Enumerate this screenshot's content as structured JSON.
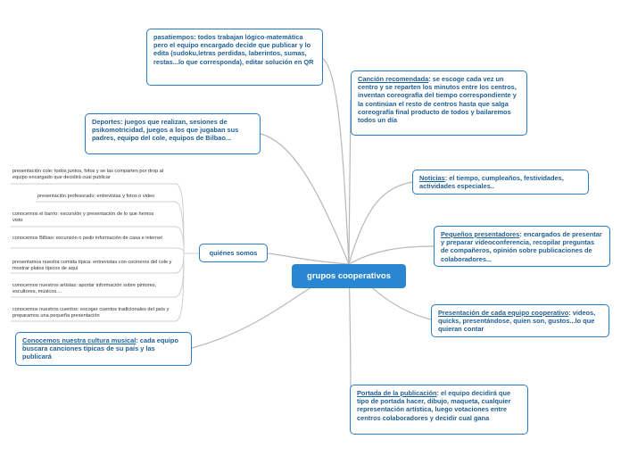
{
  "center": {
    "label": "grupos cooperativos"
  },
  "nodes": {
    "pasatiempos": {
      "title": "pasatiempos:",
      "text": " todos trabajan lógico-matemática pero el equipo encargado decide que publicar y lo edita (sudoku,letras perdidas, laberintos, sumas, restas...lo que corresponda), editar solución en QR"
    },
    "deportes": {
      "title": "Deportes:",
      "text": " juegos que realizan, sesiones de psikomotricidad, juegos a los que jugaban sus padres, equipo del cole, equipos de Bilbao..."
    },
    "quienes": {
      "title": "quiénes somos"
    },
    "cultura": {
      "title": "Conocemos nuestra cultura musical",
      "text": ": cada equipo buscara canciones típicas de su país y las publicará"
    },
    "cancion": {
      "title": "Canción recomendada",
      "text": ": se escoge cada vez un centro y se reparten los minutos entre los centros, inventan coreografía del tiempo correspondiente y la continúan el resto de centros hasta que salga coreografía final producto de todos y bailaremos todos un día"
    },
    "noticias": {
      "title": "Noticias",
      "text": ": el tiempo, cumpleaños, festividades, actividades especiales.."
    },
    "pequenos": {
      "title": "Pequeños presentadores",
      "text": ": encargados de presentar y preparar videoconferencia, recopilar preguntas de compañeros, opinión sobre publicaciones de colaboradores..."
    },
    "presentacion": {
      "title": "Presentación de cada equipo cooperativo",
      "text": ": videos, quicks, presentándose, quien son, gustos...lo que quieran contar"
    },
    "portada": {
      "title": "Portada de la publicación",
      "text": ": el equipo decidirá que tipo de portada hacer, dibujo, maqueta, cualquier representación artística, luego votaciones entre centros colaboradores y decidir cual gana"
    }
  },
  "quienes_items": [
    "presentación cole: todos juntos, fotos y se las comparten por drop al equipo encargado que decidirá cual publicar",
    "presentación profesorado: entrevistas y fotos o video",
    "conocemos el barrio: excursión y presentación de lo que hemos visto",
    "conocemos Bilbao: excursión o pedir información de casa e internet",
    "presentamos nuestra comida típica: entrevistas con cocineros del cole y mostrar platos típicos de aquí",
    "conocemos nuestros artistas: aportar información sobre pintores, escultores, músicos....",
    "conocemos nuestros cuentos: escoger cuentos tradicionales del país y preparamos una pequeña presentación"
  ],
  "colors": {
    "accent": "#2a86d1",
    "border": "#2a7bbf",
    "link": "#b8b8b8"
  }
}
